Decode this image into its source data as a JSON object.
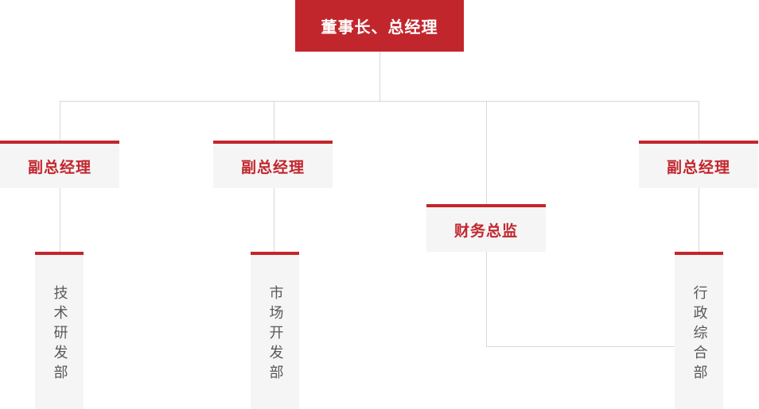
{
  "org": {
    "root": {
      "label": "董事长、总经理"
    },
    "level2": [
      {
        "label": "副总经理"
      },
      {
        "label": "副总经理"
      },
      {
        "label": "财务总监"
      },
      {
        "label": "副总经理"
      }
    ],
    "level3": [
      {
        "label": "技术研发部"
      },
      {
        "label": "市场开发部"
      },
      {
        "label": "行政综合部"
      }
    ]
  },
  "colors": {
    "accent_red": "#c2262d",
    "node_background": "#f5f5f5",
    "connector_gray": "#d7d7d7",
    "department_text": "#595959",
    "root_text": "#ffffff"
  }
}
